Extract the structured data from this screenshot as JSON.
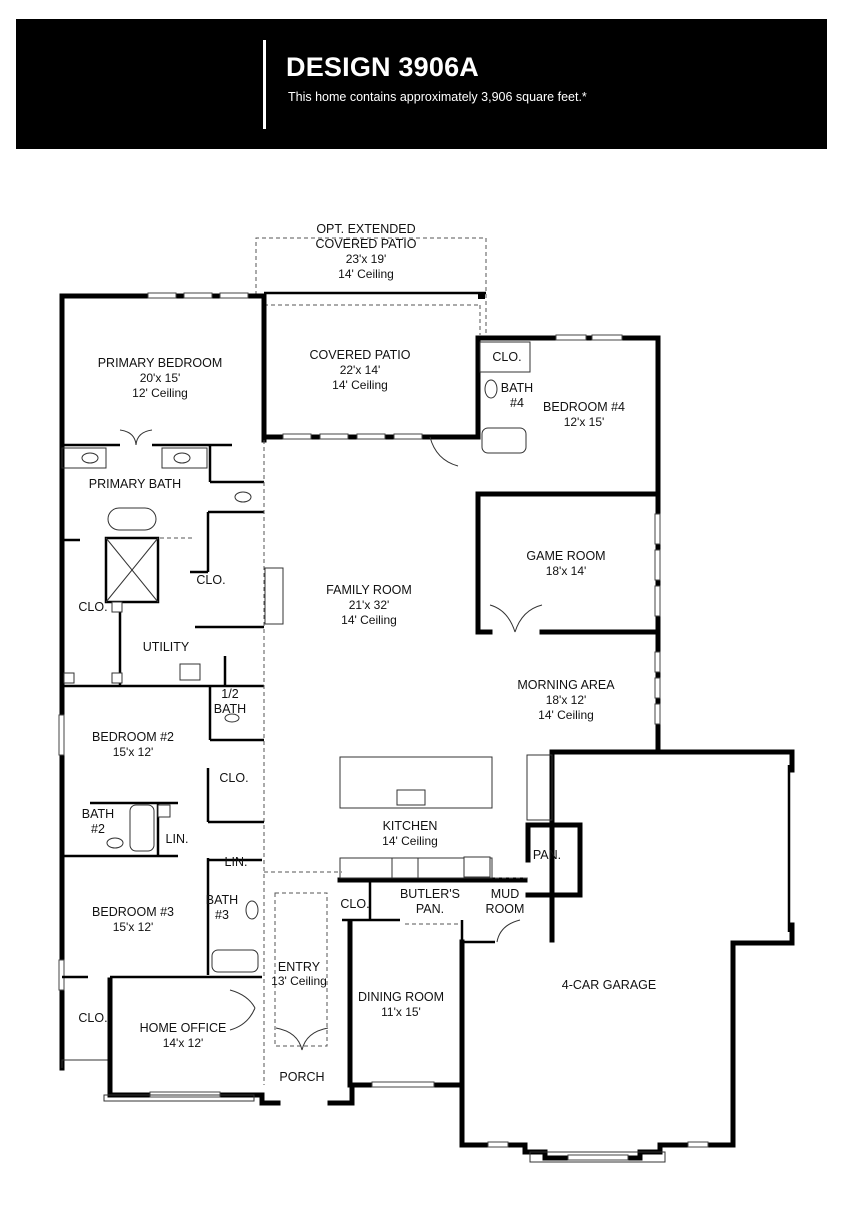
{
  "header": {
    "title": "DESIGN 3906A",
    "subtitle": "This home contains approximately 3,906 square feet.*",
    "background_color": "#000000",
    "text_color": "#ffffff"
  },
  "rooms": {
    "opt_patio": {
      "name1": "OPT. EXTENDED",
      "name2": "COVERED PATIO",
      "size": "23'x 19'",
      "ceiling": "14' Ceiling"
    },
    "primary_bedroom": {
      "name": "PRIMARY BEDROOM",
      "size": "20'x 15'",
      "ceiling": "12' Ceiling"
    },
    "covered_patio": {
      "name": "COVERED PATIO",
      "size": "22'x 14'",
      "ceiling": "14' Ceiling"
    },
    "clo_bath4": {
      "name": "CLO."
    },
    "bath4": {
      "name1": "BATH",
      "name2": "#4"
    },
    "bedroom4": {
      "name": "BEDROOM #4",
      "size": "12'x 15'"
    },
    "primary_bath": {
      "name": "PRIMARY BATH"
    },
    "clo_primary_a": {
      "name": "CLO."
    },
    "clo_primary_b": {
      "name": "CLO."
    },
    "family_room": {
      "name": "FAMILY ROOM",
      "size": "21'x 32'",
      "ceiling": "14' Ceiling"
    },
    "game_room": {
      "name": "GAME ROOM",
      "size": "18'x 14'"
    },
    "utility": {
      "name": "UTILITY"
    },
    "half_bath": {
      "name1": "1/2",
      "name2": "BATH"
    },
    "morning_area": {
      "name": "MORNING AREA",
      "size": "18'x 12'",
      "ceiling": "14' Ceiling"
    },
    "bedroom2": {
      "name": "BEDROOM #2",
      "size": "15'x 12'"
    },
    "clo_bed2": {
      "name": "CLO."
    },
    "bath2": {
      "name1": "BATH",
      "name2": "#2"
    },
    "lin_bath2": {
      "name": "LIN."
    },
    "kitchen": {
      "name": "KITCHEN",
      "ceiling": "14' Ceiling"
    },
    "lin_hall": {
      "name": "LIN."
    },
    "pantry": {
      "name": "PAN."
    },
    "bedroom3": {
      "name": "BEDROOM #3",
      "size": "15'x 12'"
    },
    "bath3": {
      "name1": "BATH",
      "name2": "#3"
    },
    "clo_entry": {
      "name": "CLO."
    },
    "butlers_pantry": {
      "name1": "BUTLER'S",
      "name2": "PAN."
    },
    "mud_room": {
      "name1": "MUD",
      "name2": "ROOM"
    },
    "entry": {
      "name": "ENTRY",
      "ceiling": "13' Ceiling"
    },
    "dining_room": {
      "name": "DINING ROOM",
      "size": "11'x 15'"
    },
    "garage": {
      "name": "4-CAR GARAGE"
    },
    "clo_bed3": {
      "name": "CLO."
    },
    "home_office": {
      "name": "HOME OFFICE",
      "size": "14'x 12'"
    },
    "porch": {
      "name": "PORCH"
    }
  }
}
